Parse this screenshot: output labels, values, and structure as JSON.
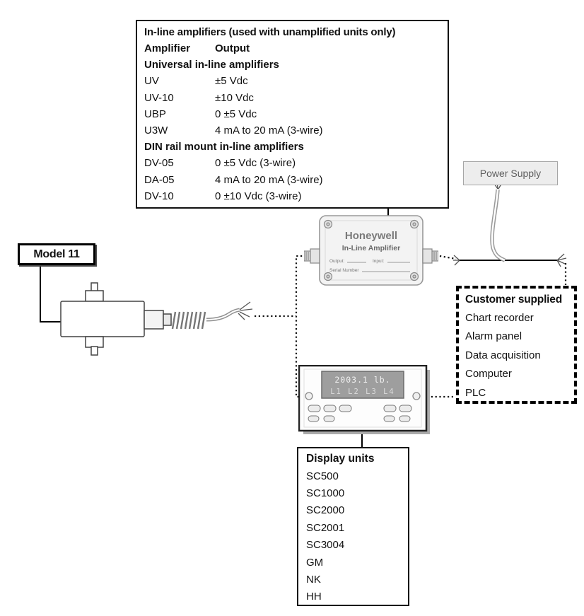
{
  "amplifier_table": {
    "title": "In-line amplifiers (used with unamplified units only)",
    "col1_header": "Amplifier",
    "col2_header": "Output",
    "section1": "Universal in-line amplifiers",
    "rows1": [
      {
        "model": "UV",
        "output": "±5 Vdc"
      },
      {
        "model": "UV-10",
        "output": "±10 Vdc"
      },
      {
        "model": "UBP",
        "output": "0 ±5 Vdc"
      },
      {
        "model": "U3W",
        "output": "4 mA to 20 mA (3-wire)"
      }
    ],
    "section2": "DIN rail mount in-line amplifiers",
    "rows2": [
      {
        "model": "DV-05",
        "output": "0 ±5 Vdc (3-wire)"
      },
      {
        "model": "DA-05",
        "output": "4 mA to 20 mA (3-wire)"
      },
      {
        "model": "DV-10",
        "output": "0 ±10 Vdc (3-wire)"
      }
    ]
  },
  "power_supply": {
    "label": "Power Supply"
  },
  "model11": {
    "label": "Model 11"
  },
  "amplifier_device": {
    "brand": "Honeywell",
    "name": "In-Line Amplifier",
    "output_label": "Output:",
    "input_label": "Input:",
    "serial_label": "Serial Number"
  },
  "display_device": {
    "line1": "2003.1 lb.",
    "line2": "L1 L2 L3 L4"
  },
  "customer_supplied": {
    "title": "Customer supplied",
    "items": [
      "Chart recorder",
      "Alarm panel",
      "Data acquisition",
      "Computer",
      "PLC"
    ]
  },
  "display_units": {
    "title": "Display units",
    "items": [
      "SC500",
      "SC1000",
      "SC2000",
      "SC2001",
      "SC3004",
      "GM",
      "NK",
      "HH"
    ]
  }
}
